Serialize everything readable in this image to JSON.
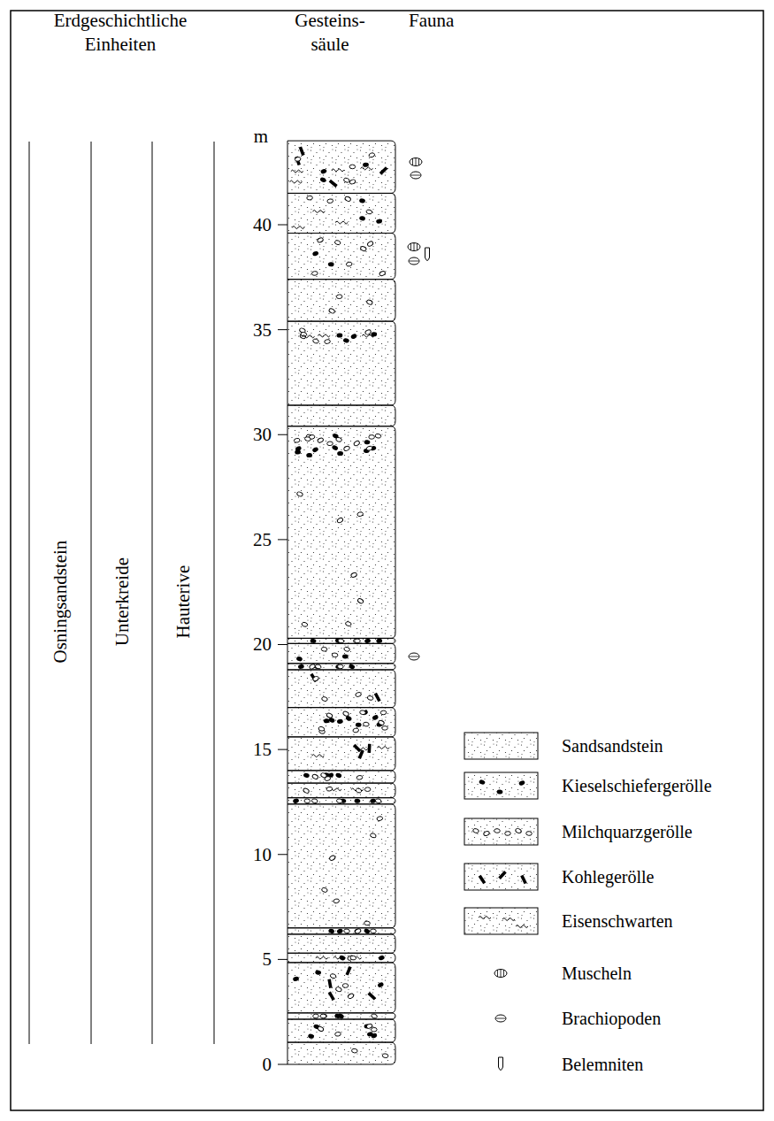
{
  "diagram": {
    "labels": [
      "Erdgeschichtliche Einheiten",
      "Gesteins- säule",
      "Fauna",
      "Osningsandstein",
      "Unterkreide",
      "Hauterive",
      "m",
      "0",
      "5",
      "10",
      "15",
      "20",
      "25",
      "30",
      "35",
      "40"
    ],
    "legend": [
      {
        "text": "Sandsandstein"
      },
      {
        "text": "Kieselschiefergerölle"
      },
      {
        "text": "Milchquarzgerölle"
      },
      {
        "text": "Kohlegerölle"
      },
      {
        "text": "Eisenschwarten"
      },
      {
        "text": "Muscheln"
      },
      {
        "text": "Brachiopoden"
      },
      {
        "text": "Belemniten"
      }
    ]
  }
}
